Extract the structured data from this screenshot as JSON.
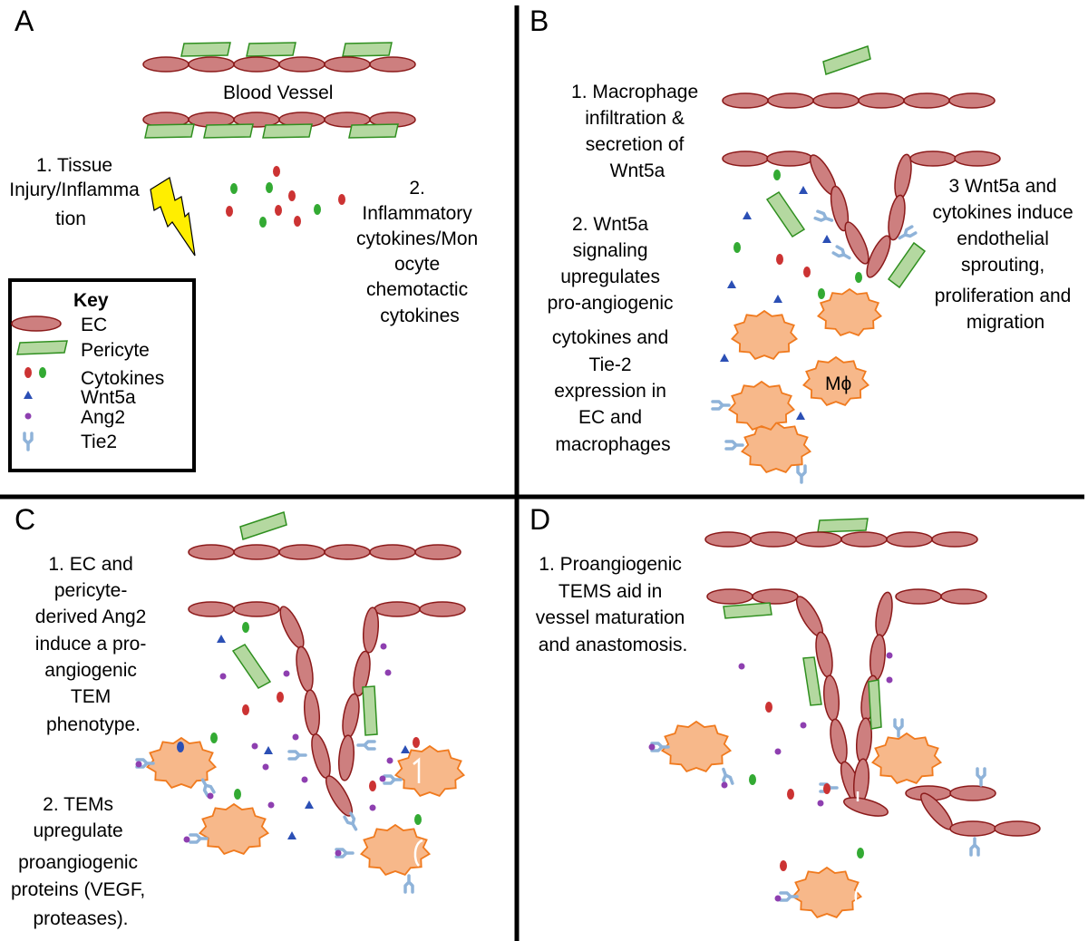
{
  "colors": {
    "ec_fill": "#cd7f7f",
    "ec_stroke": "#8b1a1a",
    "pericyte_fill": "#b4d8a0",
    "pericyte_stroke": "#2f8f1f",
    "cytokine_red": "#cc3333",
    "cytokine_green": "#33aa33",
    "wnt5a": "#2b4fb5",
    "ang2": "#8e3fb0",
    "tie2": "#8fb3d9",
    "macrophage_fill": "#f7b88a",
    "macrophage_stroke": "#f07a1e",
    "lightning": "#ffee00"
  },
  "panels": {
    "a": {
      "letter": "A",
      "vessel_label": "Blood Vessel",
      "step1": [
        "1. Tissue",
        "Injury/Inflamma",
        "tion"
      ],
      "step2": [
        "2.",
        "Inflammatory",
        "cytokines/Mon",
        "ocyte",
        "chemotactic",
        "cytokines"
      ]
    },
    "b": {
      "letter": "B",
      "step1": [
        "1. Macrophage",
        "infiltration &",
        "secretion of",
        "Wnt5a"
      ],
      "step2": [
        "2. Wnt5a",
        "signaling",
        "upregulates",
        "pro-angiogenic",
        "cytokines and",
        "Tie-2",
        "expression in",
        "EC and",
        "macrophages"
      ],
      "step3": [
        "3 Wnt5a and",
        "cytokines induce",
        "endothelial",
        "sprouting,",
        "proliferation and",
        "migration"
      ],
      "macrophage_label": "Mϕ"
    },
    "c": {
      "letter": "C",
      "step1": [
        "1. EC and",
        "pericyte-",
        "derived Ang2",
        "induce a pro-",
        "angiogenic",
        "TEM",
        "phenotype."
      ],
      "step2": [
        "2. TEMs",
        "upregulate",
        "proangiogenic",
        "proteins (VEGF,",
        "proteases)."
      ]
    },
    "d": {
      "letter": "D",
      "step1": [
        "1. Proangiogenic",
        "TEMS aid in",
        "vessel maturation",
        "and anastomosis."
      ]
    }
  },
  "key": {
    "title": "Key",
    "items": [
      {
        "label": "EC",
        "icon": "ec-icon"
      },
      {
        "label": "Pericyte",
        "icon": "pericyte-icon"
      },
      {
        "label": "Cytokines",
        "icon": "cytokines-icon"
      },
      {
        "label": "Wnt5a",
        "icon": "wnt5a-icon"
      },
      {
        "label": "Ang2",
        "icon": "ang2-icon"
      },
      {
        "label": "Tie2",
        "icon": "tie2-icon"
      }
    ]
  }
}
